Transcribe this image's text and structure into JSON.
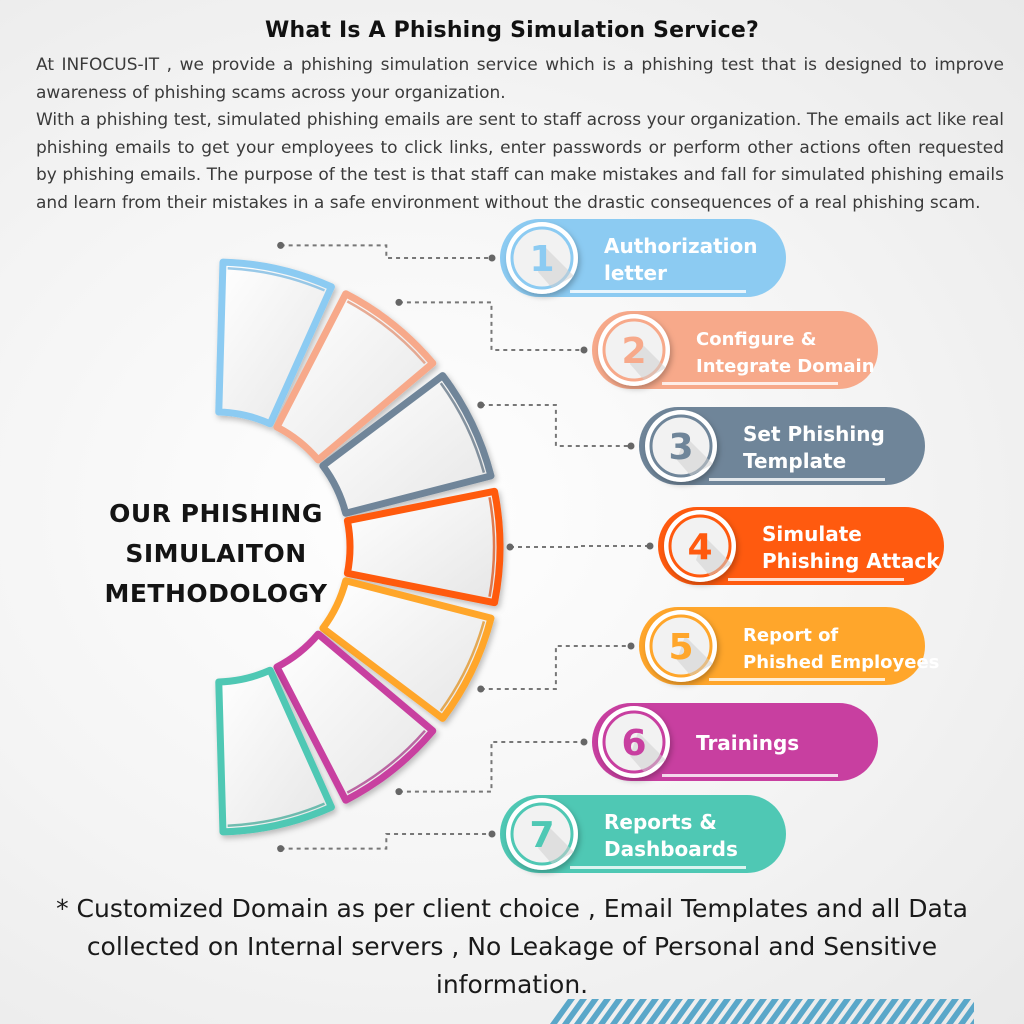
{
  "title": "What Is A Phishing Simulation Service?",
  "intro": {
    "p1": "At INFOCUS-IT , we provide a phishing simulation service which is a phishing test that is designed to improve awareness of phishing scams across your organization.",
    "p2": "With a phishing test, simulated phishing emails are sent to staff across your organization. The emails act like real phishing emails to get your employees to click links, enter passwords or perform other actions often requested by phishing emails. The purpose of the test is that staff can make mistakes and fall for simulated phishing emails and learn from their mistakes in a safe environment without the drastic consequences of a real phishing scam."
  },
  "method_title": [
    "OUR PHISHING",
    "SIMULAITON",
    "METHODOLOGY"
  ],
  "steps": [
    {
      "number": "1",
      "line1": "Authorization",
      "line2": "letter",
      "color": "#8CCBF2",
      "dark": "#6FB3E0"
    },
    {
      "number": "2",
      "line1": "Configure &",
      "line2": "Integrate Domain",
      "color": "#F7A98A",
      "dark": "#E08A6A"
    },
    {
      "number": "3",
      "line1": "Set Phishing",
      "line2": "Template",
      "color": "#6F8599",
      "dark": "#55697C"
    },
    {
      "number": "4",
      "line1": "Simulate",
      "line2": "Phishing Attack",
      "color": "#FF5A0F",
      "dark": "#D9470A"
    },
    {
      "number": "5",
      "line1": "Report of",
      "line2": "Phished Employees",
      "color": "#FFA62B",
      "dark": "#E08C12"
    },
    {
      "number": "6",
      "line1": "Trainings",
      "line2": "",
      "color": "#C83FA0",
      "dark": "#A52E83"
    },
    {
      "number": "7",
      "line1": "Reports &",
      "line2": "Dashboards",
      "color": "#4FC8B4",
      "dark": "#39A794"
    }
  ],
  "footnote": "* Customized Domain as per client choice , Email Templates and all Data collected on Internal servers , No Leakage of Personal and Sensitive information."
}
